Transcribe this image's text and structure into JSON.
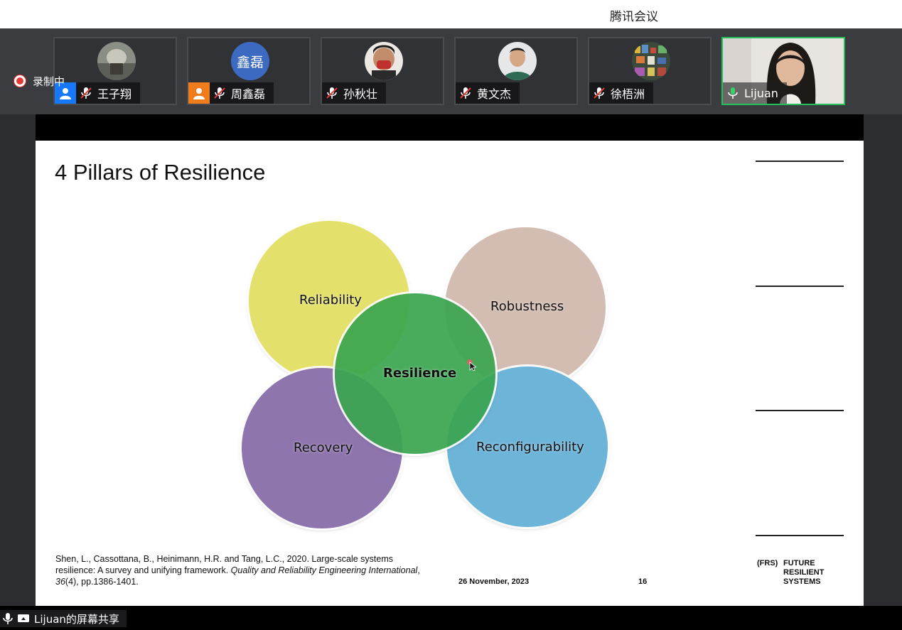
{
  "app": {
    "title": "腾讯会议"
  },
  "recording": {
    "label": "录制中"
  },
  "participants": [
    {
      "name": "王子翔",
      "badge": "blue"
    },
    {
      "name": "周鑫磊",
      "avatar_text": "鑫磊",
      "badge": "orange"
    },
    {
      "name": "孙秋壮"
    },
    {
      "name": "黄文杰"
    },
    {
      "name": "徐梧洲"
    },
    {
      "name": "Lijuan",
      "speaking": true
    }
  ],
  "slide": {
    "title": "4 Pillars of Resilience",
    "center": "Resilience",
    "pillars": {
      "reliability": "Reliability",
      "robustness": "Robustness",
      "recovery": "Recovery",
      "reconfigurability": "Reconfigurability"
    },
    "colors": {
      "reliability": "#e4e06c",
      "robustness": "#d3bdb3",
      "recovery": "#8f75ae",
      "reconfigurability": "#6db4d9",
      "resilience": "#3aa54f"
    },
    "citation": {
      "before_italic": "Shen, L., Cassottana, B., Heinimann, H.R. and Tang, L.C., 2020. Large-scale systems resilience: A survey and unifying framework. ",
      "journal": "Quality and Reliability Engineering International",
      "sep": ", ",
      "volume": "36",
      "after_volume": "(4), pp.1386-1401."
    },
    "date": "26 November, 2023",
    "page": "16",
    "org_abbr": "(FRS)",
    "org_name": [
      "FUTURE",
      "RESILIENT",
      "SYSTEMS"
    ]
  },
  "share_bar": {
    "label": "Lijuan的屏幕共享"
  }
}
